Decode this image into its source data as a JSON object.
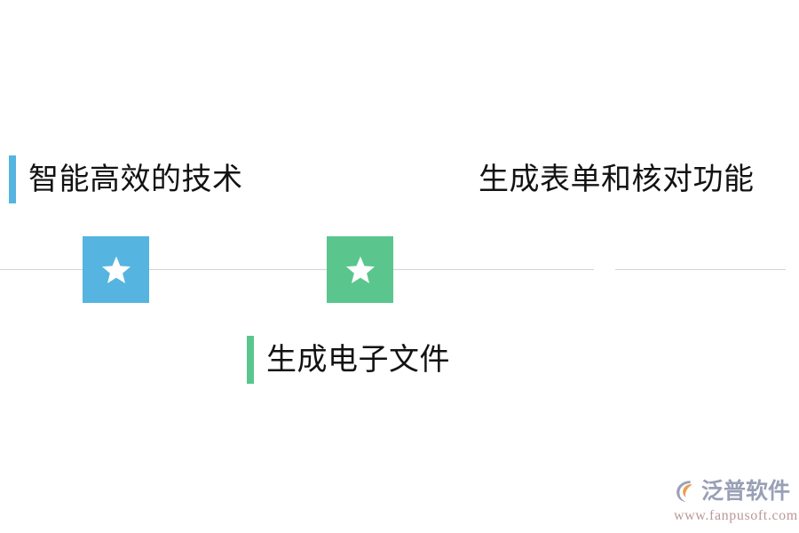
{
  "page": {
    "background_color": "#ffffff",
    "type": "timeline-infographic"
  },
  "timeline": {
    "axis_color": "#d4d4d4",
    "milestones": [
      {
        "id": "milestone-1",
        "color": "#56b4e0",
        "icon": "star-icon",
        "label": "智能高效的技术",
        "label_position": "above"
      },
      {
        "id": "milestone-2",
        "color": "#5ac68e",
        "icon": "star-icon",
        "label": "生成电子文件",
        "label_position": "below"
      },
      {
        "id": "milestone-3",
        "color": "#fbb košik"
      }
    ]
  },
  "labels": {
    "tech": {
      "text": "智能高效的技术",
      "accent_color": "#56b4e0"
    },
    "form": {
      "text": "生成表单和核对功能",
      "accent_color": "#f5b css"
    },
    "file": {
      "text": "生成电子文件",
      "accent_color": "#5ac68e"
    }
  },
  "colors": {
    "blue": "#56b4e0",
    "green": "#5ac68e",
    "orange": "#fbb css",
    "text": "#121212",
    "axis": "#d4d4d4"
  },
  "watermark": {
    "brand_name": "泛普软件",
    "url": "www.fanpusoft.com",
    "brand_color": "#8b93ad",
    "url_color": "#b08a8f",
    "accent_color": "#e8903c"
  }
}
